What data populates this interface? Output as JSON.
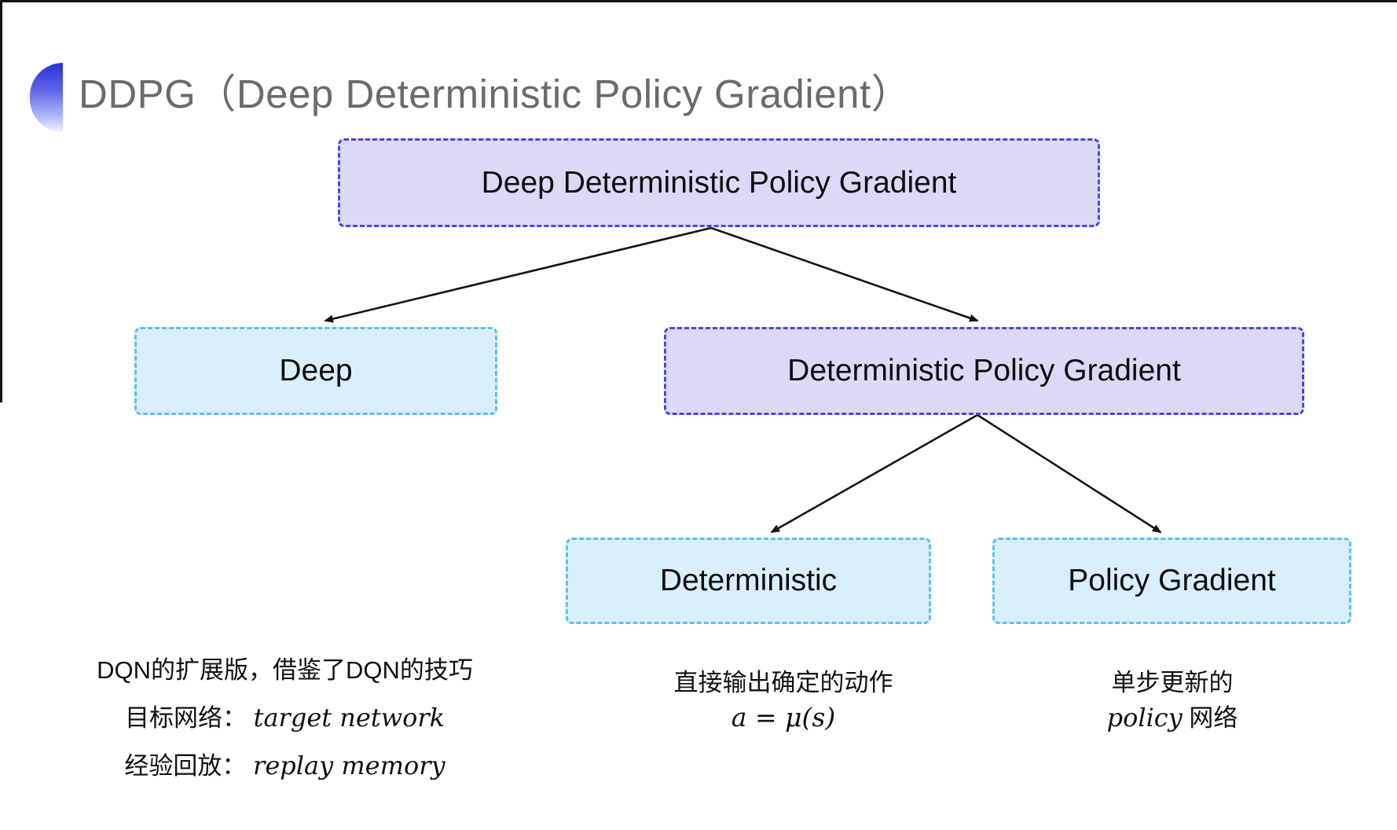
{
  "title": {
    "text": "DDPG（Deep Deterministic Policy Gradient）"
  },
  "tree": {
    "root": {
      "label": "Deep Deterministic Policy Gradient"
    },
    "level2": [
      {
        "label": "Deep"
      },
      {
        "label": "Deterministic Policy Gradient"
      }
    ],
    "level3": [
      {
        "label": "Deterministic"
      },
      {
        "label": "Policy Gradient"
      }
    ]
  },
  "notes": {
    "deep": {
      "line1": "DQN的扩展版，借鉴了DQN的技巧",
      "line2_label": "目标网络：",
      "line2_term": "target network",
      "line3_label": "经验回放：",
      "line3_term": "replay memory"
    },
    "deterministic": {
      "line1": "直接输出确定的动作",
      "formula": "a = μ(s)"
    },
    "policy": {
      "line1": "单步更新的",
      "term": "policy",
      "suffix": " 网络"
    }
  },
  "colors": {
    "lavender_fill": "#dcd9f7",
    "lavender_border": "#4a4ad9",
    "blue_fill": "#d8eefb",
    "blue_border": "#5fc0ea",
    "title_gray": "#6b6b6b",
    "arrow": "#141414",
    "logo_blue": "#2b2fd4"
  }
}
